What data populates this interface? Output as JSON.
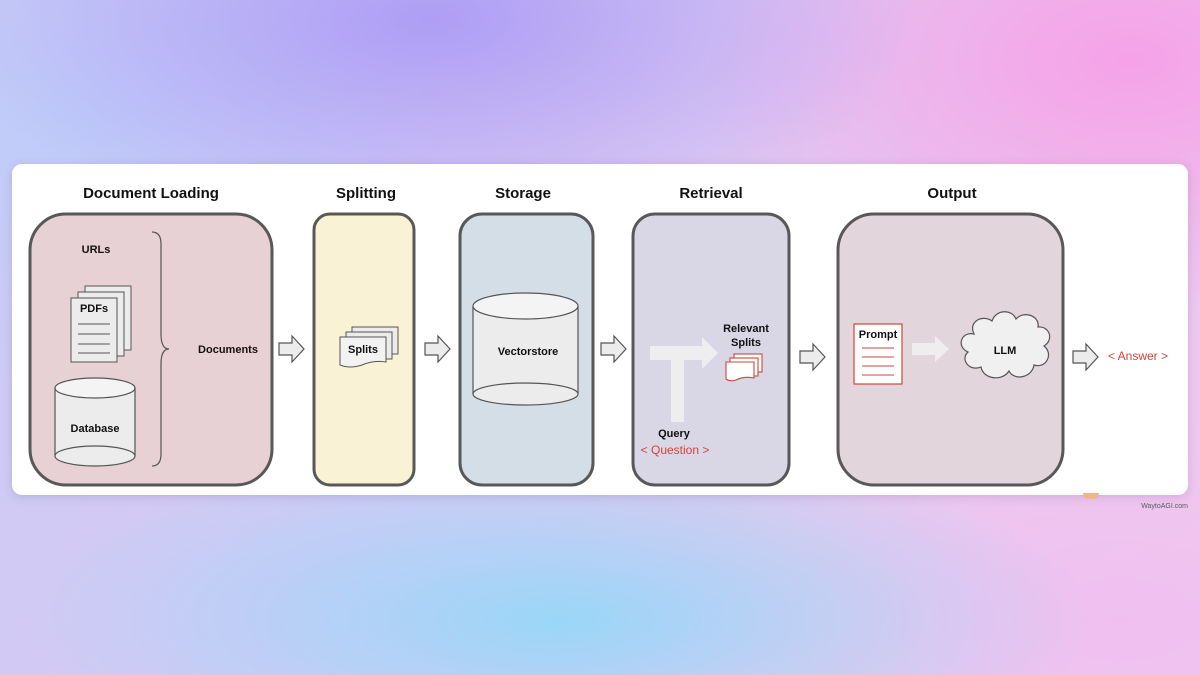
{
  "stages": {
    "loading": {
      "title": "Document Loading",
      "urls": "URLs",
      "pdfs": "PDFs",
      "database": "Database",
      "documents": "Documents"
    },
    "splitting": {
      "title": "Splitting",
      "splits": "Splits"
    },
    "storage": {
      "title": "Storage",
      "vectorstore": "Vectorstore"
    },
    "retrieval": {
      "title": "Retrieval",
      "relevant": "Relevant",
      "splits": "Splits",
      "query": "Query",
      "question": "< Question >"
    },
    "output": {
      "title": "Output",
      "prompt": "Prompt",
      "llm": "LLM",
      "answer": "< Answer >"
    }
  },
  "watermark": "WaytoAGI.com",
  "colors": {
    "loading_fill": "#e8d1d5",
    "splitting_fill": "#f9f2d4",
    "storage_fill": "#d4dee6",
    "retrieval_fill": "#d9d6e6",
    "output_fill": "#e3d5dc",
    "accent_red": "#d0453b",
    "outline": "#585858"
  }
}
